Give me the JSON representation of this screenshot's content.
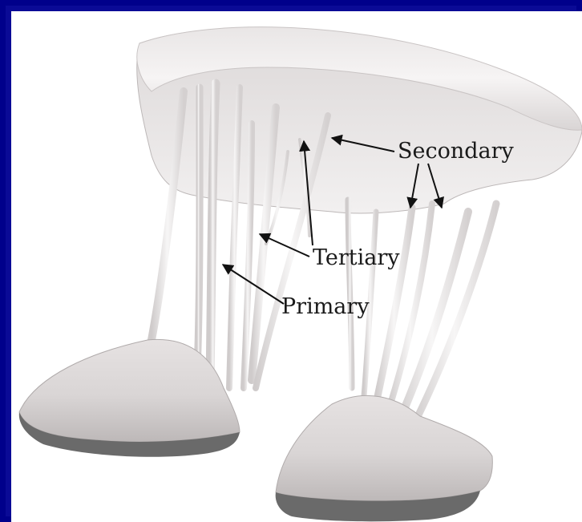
{
  "figure": {
    "labels": {
      "secondary": "Secondary",
      "tertiary": "Tertiary",
      "primary": "Primary"
    },
    "colors": {
      "frame": "#00008b",
      "background": "#ffffff",
      "tissue_light": "#f0eded",
      "tissue_mid": "#d6d2d2",
      "tissue_shadow": "#6a6a6a",
      "arrow": "#111111"
    }
  }
}
